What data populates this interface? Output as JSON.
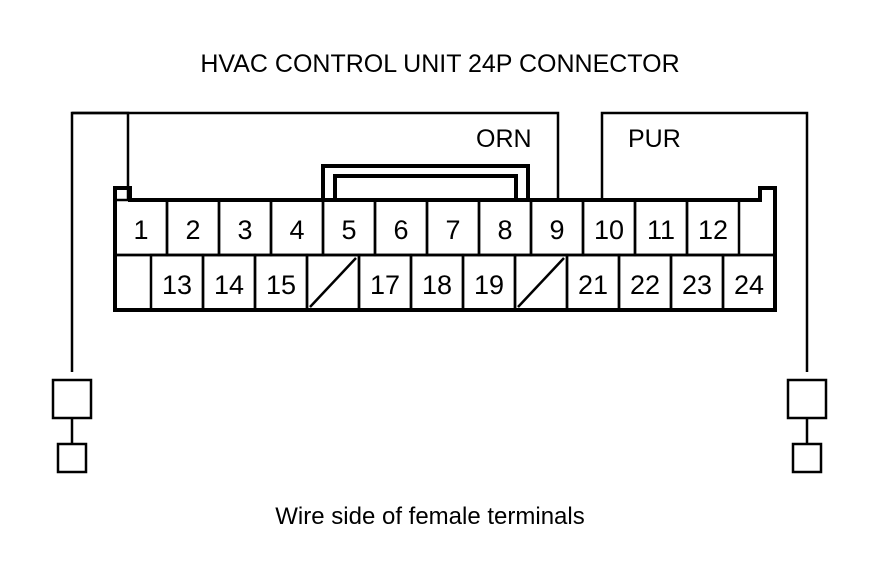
{
  "title": "HVAC CONTROL UNIT 24P CONNECTOR",
  "caption": "Wire side of female terminals",
  "colors": {
    "background": "#ffffff",
    "line": "#000000"
  },
  "wires": [
    {
      "id": "wire-left",
      "label": "",
      "pin": "1",
      "side": "left"
    },
    {
      "id": "wire-orn",
      "label": "ORN",
      "pin": "9",
      "side": "center"
    },
    {
      "id": "wire-pur",
      "label": "PUR",
      "pin": "10",
      "side": "center"
    },
    {
      "id": "wire-right",
      "label": "",
      "pin": "24",
      "side": "right"
    }
  ],
  "labels": {
    "orn": "ORN",
    "pur": "PUR"
  },
  "connector": {
    "name": "24P connector",
    "pin_count": 24,
    "rows": [
      {
        "name": "top-row",
        "leading_blank": false,
        "trailing_blank": true,
        "cells": [
          {
            "label": "1",
            "blank": false
          },
          {
            "label": "2",
            "blank": false
          },
          {
            "label": "3",
            "blank": false
          },
          {
            "label": "4",
            "blank": false
          },
          {
            "label": "5",
            "blank": false
          },
          {
            "label": "6",
            "blank": false
          },
          {
            "label": "7",
            "blank": false
          },
          {
            "label": "8",
            "blank": false
          },
          {
            "label": "9",
            "blank": false
          },
          {
            "label": "10",
            "blank": false
          },
          {
            "label": "11",
            "blank": false
          },
          {
            "label": "12",
            "blank": false
          }
        ]
      },
      {
        "name": "bottom-row",
        "leading_blank": true,
        "trailing_blank": false,
        "cells": [
          {
            "label": "13",
            "blank": false
          },
          {
            "label": "14",
            "blank": false
          },
          {
            "label": "15",
            "blank": false
          },
          {
            "label": "",
            "blank": true
          },
          {
            "label": "17",
            "blank": false
          },
          {
            "label": "18",
            "blank": false
          },
          {
            "label": "19",
            "blank": false
          },
          {
            "label": "",
            "blank": true
          },
          {
            "label": "21",
            "blank": false
          },
          {
            "label": "22",
            "blank": false
          },
          {
            "label": "23",
            "blank": false
          },
          {
            "label": "24",
            "blank": false
          }
        ]
      }
    ]
  },
  "terminals": [
    {
      "id": "terminal-left",
      "side": "left"
    },
    {
      "id": "terminal-right",
      "side": "right"
    }
  ]
}
